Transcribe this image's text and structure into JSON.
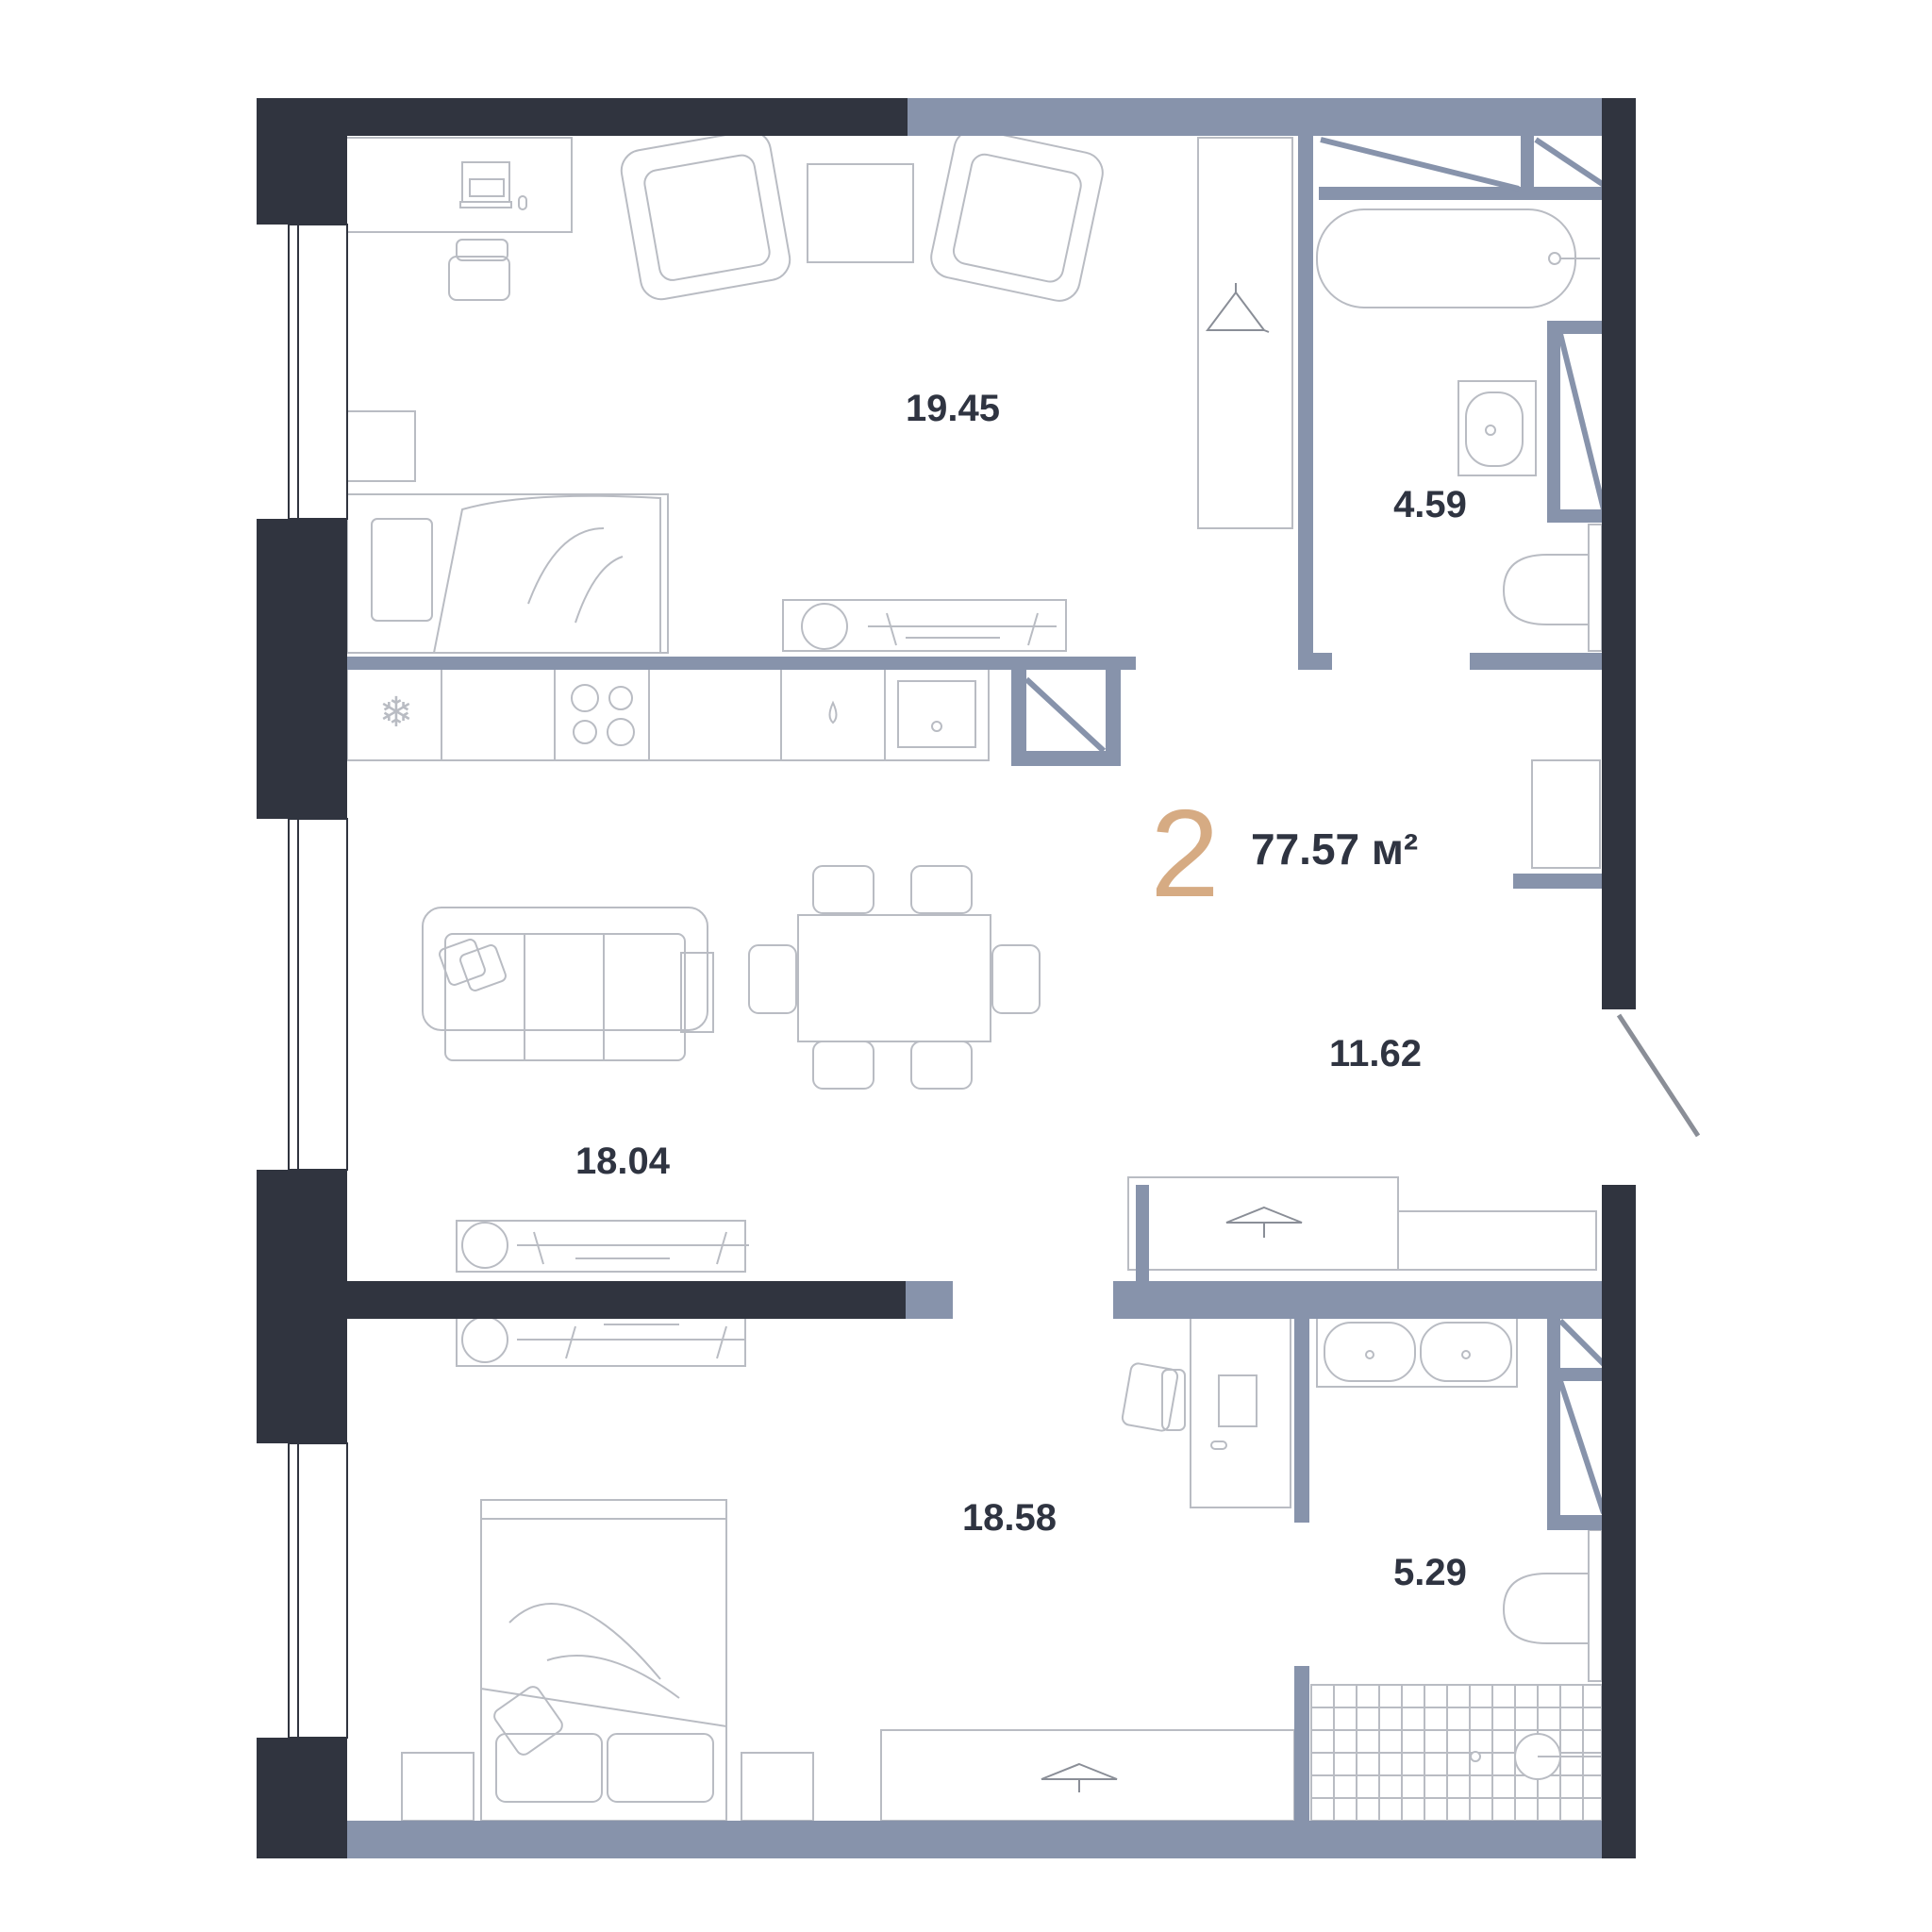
{
  "plan": {
    "rooms_count": "2",
    "total_area": "77.57 м²",
    "colors": {
      "outer_wall": "#30343f",
      "inner_wall": "#8793ab",
      "accent": "#d6ab83",
      "label": "#2f3441",
      "furniture": "#b9bcc3"
    },
    "rooms": [
      {
        "id": "room-top-left",
        "area": "19.45"
      },
      {
        "id": "bathroom-top",
        "area": "4.59"
      },
      {
        "id": "hall",
        "area": "11.62"
      },
      {
        "id": "living-kitchen",
        "area": "18.04"
      },
      {
        "id": "bedroom",
        "area": "18.58"
      },
      {
        "id": "bathroom-bottom",
        "area": "5.29"
      }
    ]
  }
}
